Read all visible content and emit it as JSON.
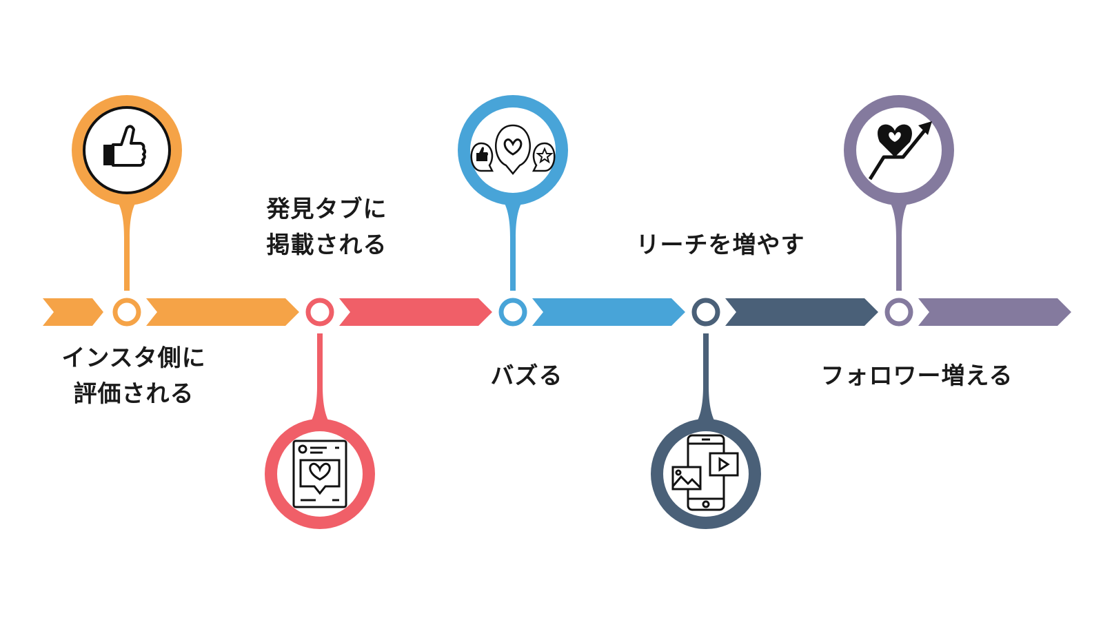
{
  "colors": {
    "orange": "#F5A347",
    "red": "#F05F68",
    "blue": "#48A4D8",
    "navy": "#4A6078",
    "purple": "#847A9E"
  },
  "steps": [
    {
      "label_lines": [
        "インスタ側に",
        "評価される"
      ],
      "icon": "thumbs-up-icon",
      "color": "#F5A347"
    },
    {
      "label_lines": [
        "発見タブに",
        "掲載される"
      ],
      "icon": "post-heart-icon",
      "color": "#F05F68"
    },
    {
      "label_lines": [
        "バズる"
      ],
      "icon": "reactions-speech-bubbles-icon",
      "color": "#48A4D8"
    },
    {
      "label_lines": [
        "リーチを増やす"
      ],
      "icon": "smartphone-media-icon",
      "color": "#4A6078"
    },
    {
      "label_lines": [
        "フォロワー増える"
      ],
      "icon": "growth-heart-arrow-icon",
      "color": "#847A9E"
    }
  ]
}
